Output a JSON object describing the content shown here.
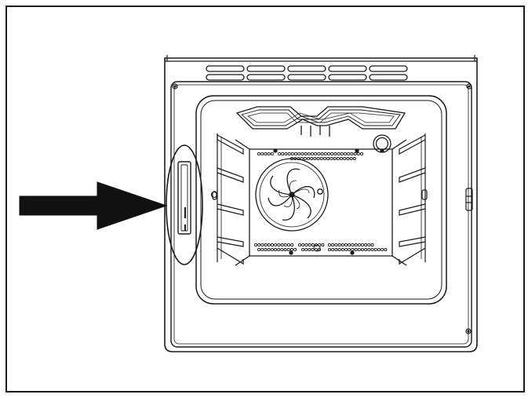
{
  "figure": {
    "subject": "oven-cavity-front-view",
    "callout": {
      "arrow_icon": "right-arrow-icon",
      "highlight_shape": "ellipse",
      "highlighted_part": "left-side-panel-slot"
    },
    "colors": {
      "line": "#1a1a1a",
      "background": "#ffffff",
      "arrow_fill": "#111111"
    }
  }
}
